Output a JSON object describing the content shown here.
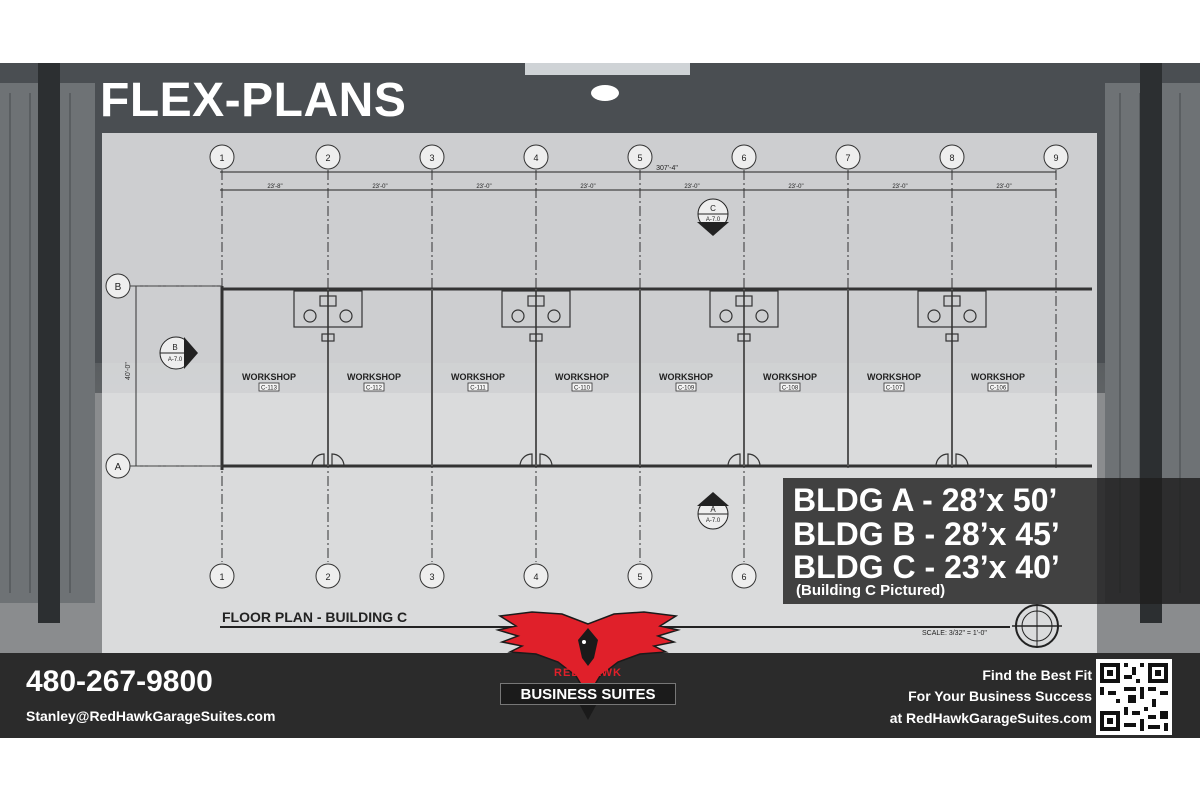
{
  "header": {
    "title": "FLEX-PLANS"
  },
  "plan": {
    "grid_labels": [
      "1",
      "2",
      "3",
      "4",
      "5",
      "6",
      "7",
      "8",
      "9"
    ],
    "bottom_grid_labels": [
      "1",
      "2",
      "3",
      "4",
      "5",
      "6"
    ],
    "row_labels": [
      "B",
      "A"
    ],
    "overall_dim": "307'-4\"",
    "bay_dims": [
      "23'-8\"",
      "23'-0\"",
      "23'-0\"",
      "23'-0\"",
      "23'-0\"",
      "23'-0\"",
      "23'-0\"",
      "23'-0\""
    ],
    "depth_dim": "40'-0\"",
    "section_markers": [
      {
        "letter": "C",
        "sheet": "A-7.0"
      },
      {
        "letter": "B",
        "sheet": "A-7.0"
      },
      {
        "letter": "A",
        "sheet": "A-7.0"
      }
    ],
    "workshop_label": "WORKSHOP",
    "units": [
      "C-113",
      "C-112",
      "C-111",
      "C-110",
      "C-109",
      "C-108",
      "C-107",
      "C-106"
    ],
    "plan_title": "FLOOR PLAN - BUILDING C",
    "scale": "SCALE:  3/32\" = 1'-0\""
  },
  "buildings": {
    "lines": [
      "BLDG A - 28’x 50’",
      "BLDG B - 28’x 45’",
      "BLDG C - 23’x 40’"
    ],
    "note": "(Building C Pictured)"
  },
  "contact": {
    "phone": "480-267-9800",
    "email": "Stanley@RedHawkGarageSuites.com"
  },
  "brand": {
    "name_top": "RED HAWK",
    "name_bottom": "BUSINESS SUITES",
    "accent": "#e0202a"
  },
  "tagline": [
    "Find the Best Fit",
    "For Your Business Success",
    "at RedHawkGarageSuites.com"
  ],
  "qr": {
    "icon": "qr-code-icon"
  }
}
